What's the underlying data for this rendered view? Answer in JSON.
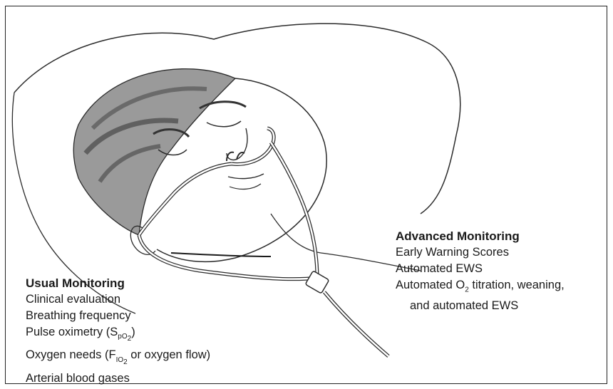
{
  "usual_monitoring": {
    "heading": "Usual Monitoring",
    "items": [
      "Clinical evaluation",
      "Breathing frequency",
      "Pulse oximetry (S",
      "Oxygen needs (F",
      "Arterial blood gases"
    ],
    "spo2_sub": "pO",
    "spo2_sub2": "2",
    "spo2_close": ")",
    "fio2_sub": "IO",
    "fio2_sub2": "2",
    "fio2_tail": " or oxygen flow)"
  },
  "advanced_monitoring": {
    "heading": "Advanced Monitoring",
    "items": [
      "Early Warning Scores",
      "Automated EWS",
      "Automated O",
      "and automated EWS"
    ],
    "o2_sub": "2",
    "o2_tail": " titration, weaning,"
  },
  "colors": {
    "line": "#2b2b2b",
    "hair": "#5a5a5a",
    "border": "#222222"
  },
  "icons": [
    "patient-illustration",
    "nasal-cannula-icon"
  ]
}
